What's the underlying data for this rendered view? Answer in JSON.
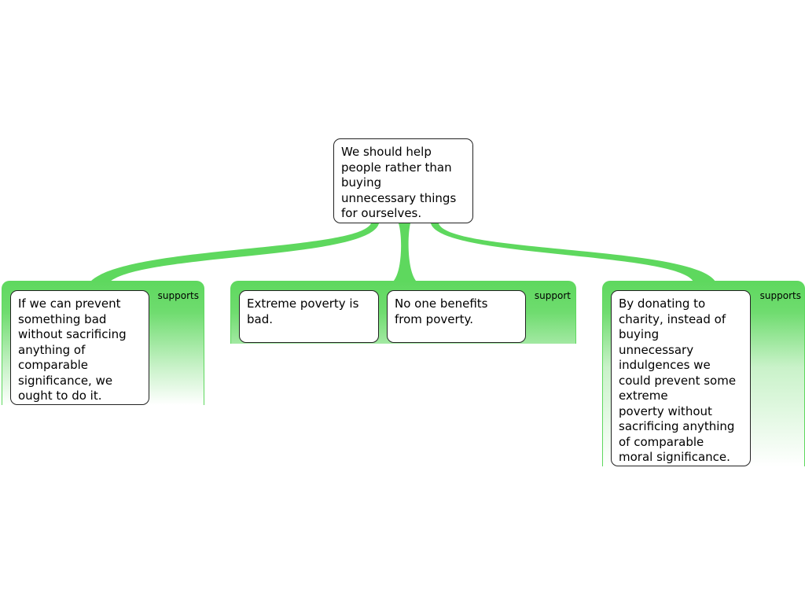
{
  "claim": {
    "text": "We should help\npeople rather than\nbuying\nunnecessary things\nfor ourselves."
  },
  "groups": [
    {
      "label": "supports",
      "premises": [
        "If we can prevent\nsomething bad\nwithout sacrificing\nanything of\ncomparable\nsignificance, we\nought to do it."
      ]
    },
    {
      "label": "support",
      "premises": [
        "Extreme poverty is\nbad.",
        "No one benefits\nfrom poverty."
      ]
    },
    {
      "label": "supports",
      "premises": [
        "By donating to\ncharity, instead of\nbuying\nunnecessary\nindulgences we\ncould prevent some\nextreme\npoverty without\nsacrificing anything\nof comparable\nmoral significance."
      ]
    }
  ],
  "colors": {
    "connector": "#5ed85e",
    "box_border": "#222222"
  }
}
